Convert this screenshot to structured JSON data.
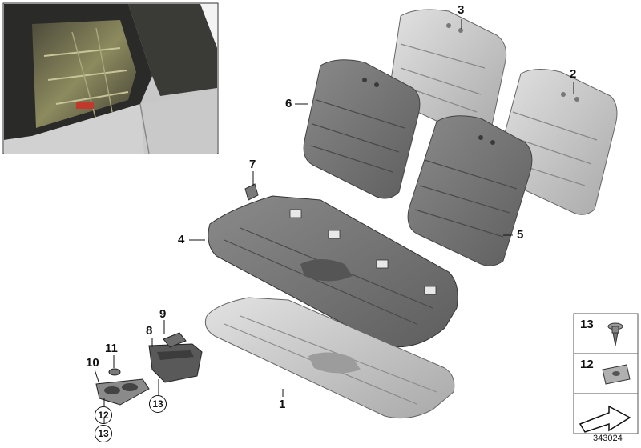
{
  "callouts": {
    "c1": "1",
    "c2": "2",
    "c3": "3",
    "c4": "4",
    "c5": "5",
    "c6": "6",
    "c7": "7",
    "c8": "8",
    "c9": "9",
    "c10": "10",
    "c11": "11"
  },
  "circled": {
    "a12": "12",
    "a13": "13",
    "b13": "13"
  },
  "legend": {
    "item13": "13",
    "item12": "12"
  },
  "diagram_ref": "343024",
  "colors": {
    "seat_dark": "#6f6f6f",
    "seat_mid": "#8e8e8e",
    "seat_light": "#b9b9b9",
    "seat_pale": "#d6d6d6",
    "line": "#222222"
  }
}
